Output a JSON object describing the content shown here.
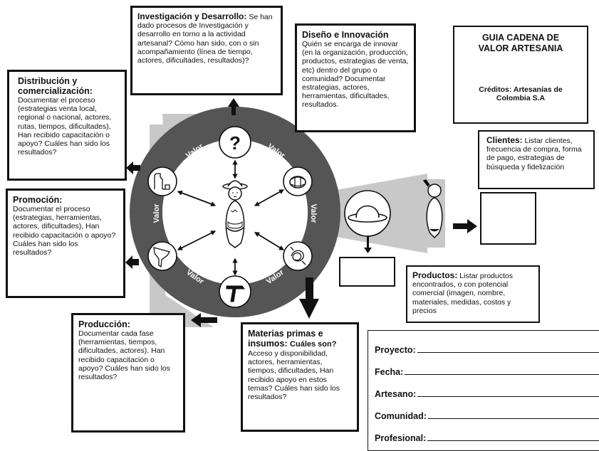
{
  "research": {
    "heading": "Investigación y Desarrollo:",
    "text": "Se han dado procesos de Investigación  y desarrollo en torno a la actividad artesanal? Cómo han sido, con o sin acompañamiento (línea de tiempo, actores, dificultades, resultados)?"
  },
  "design": {
    "heading": "Diseño e Innovación",
    "text": "Quién se encarga de innovar (en la organización, producción, productos, estrategias de venta, etc) dentro del grupo o comunidad?  Documentar estrategias, actores, herramientas,  dificultades, resultados."
  },
  "guide": {
    "title": "GUIA CADENA DE VALOR ARTESANIA",
    "credits": "Créditos: Artesanías de Colombia S.A"
  },
  "distribution": {
    "heading": "Distribución y comercialización:",
    "text": "Documentar el proceso (estrategias venta local, regional o nacional, actores, rutas, tiempos, dificultades), Han recibido capacitación o apoyo? Cuáles han sido los resultados?"
  },
  "clients": {
    "heading": "Clientes:",
    "text": "Listar clientes, frecuencia de compra, forma de pago, estrategias de búsqueda y fidelización"
  },
  "promotion": {
    "heading": "Promoción:",
    "text": "Documentar el proceso (estrategias, herramientas, actores, dificultades), Han recibido capacitación o apoyo? Cuáles han sido los resultados?"
  },
  "products": {
    "heading": "Productos:",
    "text": "Listar productos encontrados, o con potencial comercial (imagen, nombre, materiales, medidas, costos y precios"
  },
  "production": {
    "heading": "Producción:",
    "text": "Documentar cada fase (herramientas, tiempos, dificultades, actores). Han recibido capacitación o apoyo? Cuáles han sido los resultados?"
  },
  "materials": {
    "heading": "Materias primas e insumos:",
    "heading_tail": "Cuáles son?",
    "text": "Acceso y disponibilidad, actores, herramientas, tiempos,  dificultades, Han recibido apoyo en estos temas? Cuáles han sido los resultados?"
  },
  "form": {
    "project": "Proyecto:",
    "date": "Fecha:",
    "artisan": "Artesano:",
    "community": "Comunidad:",
    "professional": "Profesional:"
  },
  "wheel": {
    "label": "Valor",
    "question_mark": "?"
  },
  "icons": [
    "question-icon",
    "yarn-ball-icon",
    "knot-icon",
    "hammer-icon",
    "funnel-icon",
    "cart-icon",
    "hat-icon",
    "artisan-icon"
  ],
  "colors": {
    "ring": "#555555",
    "wedge": "#c8c8c8",
    "ink": "#111111"
  }
}
